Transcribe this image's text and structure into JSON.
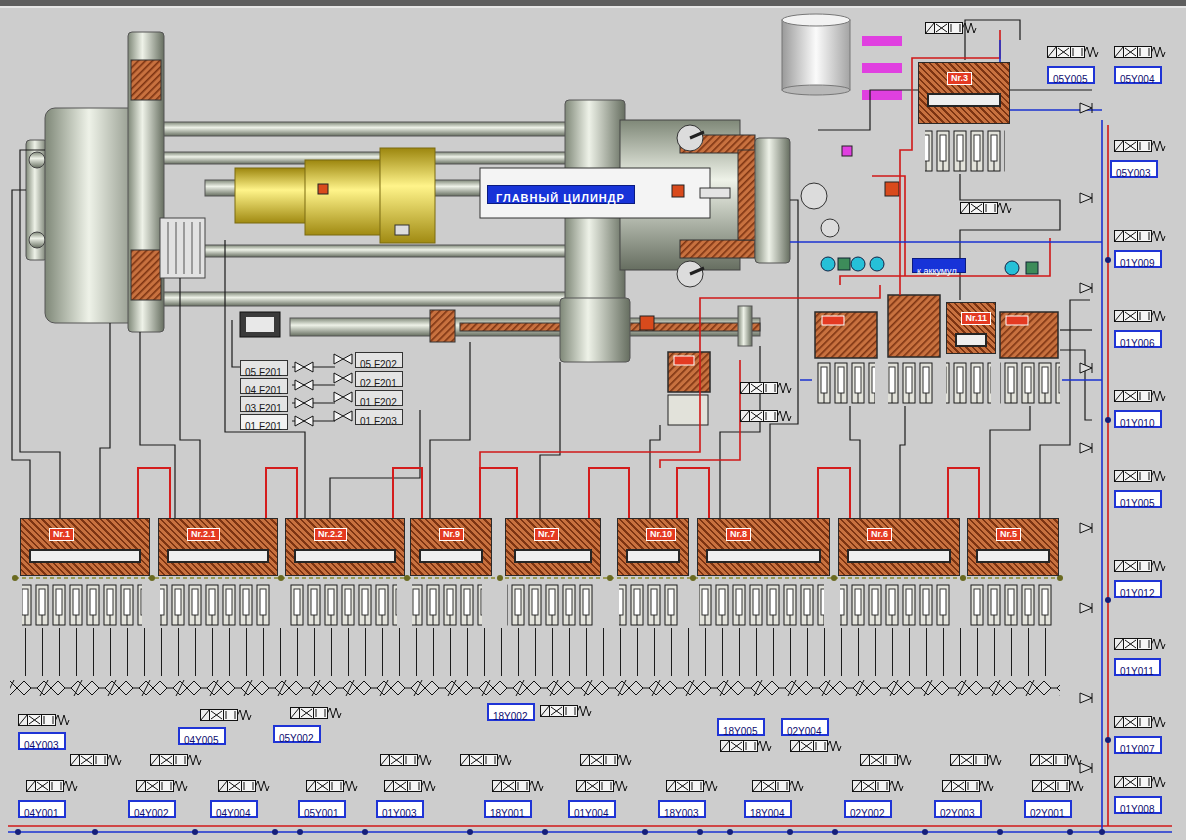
{
  "diagram": {
    "nodes": [
      {
        "text": [
          "ГЛАВНЫЙ ЦИЛИНДР"
        ]
      },
      {
        "text": [
          "Nr.3"
        ]
      },
      {
        "text": [
          "05Y005"
        ]
      },
      {
        "text": [
          "05Y004"
        ]
      },
      {
        "text": [
          "05Y003"
        ]
      },
      {
        "text": [
          "к аккумул."
        ]
      },
      {
        "text": [
          "01Y009"
        ]
      },
      {
        "text": [
          "Nr.11"
        ]
      },
      {
        "text": [
          "01Y006"
        ]
      },
      {
        "text": [
          "05 F201"
        ]
      },
      {
        "text": [
          "05 F202"
        ]
      },
      {
        "text": [
          "04 F201"
        ]
      },
      {
        "text": [
          "02 F201"
        ]
      },
      {
        "text": [
          "03 F201"
        ]
      },
      {
        "text": [
          "01 F202"
        ]
      },
      {
        "text": [
          "01 F201"
        ]
      },
      {
        "text": [
          "01 F203"
        ]
      },
      {
        "text": [
          "01Y010"
        ]
      },
      {
        "text": [
          "01Y005"
        ]
      },
      {
        "text": [
          "Nr.1"
        ]
      },
      {
        "text": [
          "Nr.2.1"
        ]
      },
      {
        "text": [
          "Nr.2.2"
        ]
      },
      {
        "text": [
          "Nr.9"
        ]
      },
      {
        "text": [
          "Nr.7"
        ]
      },
      {
        "text": [
          "Nr.10"
        ]
      },
      {
        "text": [
          "Nr.8"
        ]
      },
      {
        "text": [
          "Nr.6"
        ]
      },
      {
        "text": [
          "Nr.5"
        ]
      },
      {
        "text": [
          "01Y012"
        ]
      },
      {
        "text": [
          "01Y011"
        ]
      },
      {
        "text": [
          "18Y002"
        ]
      },
      {
        "text": [
          "18Y005"
        ]
      },
      {
        "text": [
          "02Y004"
        ]
      },
      {
        "text": [
          "04Y003"
        ]
      },
      {
        "text": [
          "04Y005"
        ]
      },
      {
        "text": [
          "05Y002"
        ]
      },
      {
        "text": [
          "01Y007"
        ]
      },
      {
        "text": [
          "04Y001"
        ]
      },
      {
        "text": [
          "04Y002"
        ]
      },
      {
        "text": [
          "04Y004"
        ]
      },
      {
        "text": [
          "05Y001"
        ]
      },
      {
        "text": [
          "01Y003"
        ]
      },
      {
        "text": [
          "18Y001"
        ]
      },
      {
        "text": [
          "01Y004"
        ]
      },
      {
        "text": [
          "18Y003"
        ]
      },
      {
        "text": [
          "18Y004"
        ]
      },
      {
        "text": [
          "02Y002"
        ]
      },
      {
        "text": [
          "02Y003"
        ]
      },
      {
        "text": [
          "02Y001"
        ]
      },
      {
        "text": [
          "01Y008"
        ]
      }
    ],
    "edges": [
      {
        "from": 19,
        "to": 20,
        "arrow": "none"
      },
      {
        "from": 20,
        "to": 21,
        "arrow": "none"
      },
      {
        "from": 21,
        "to": 22,
        "arrow": "none"
      },
      {
        "from": 22,
        "to": 23,
        "arrow": "none"
      },
      {
        "from": 23,
        "to": 24,
        "arrow": "none"
      },
      {
        "from": 24,
        "to": 25,
        "arrow": "none"
      },
      {
        "from": 25,
        "to": 26,
        "arrow": "none"
      },
      {
        "from": 26,
        "to": 27,
        "arrow": "none"
      }
    ]
  }
}
